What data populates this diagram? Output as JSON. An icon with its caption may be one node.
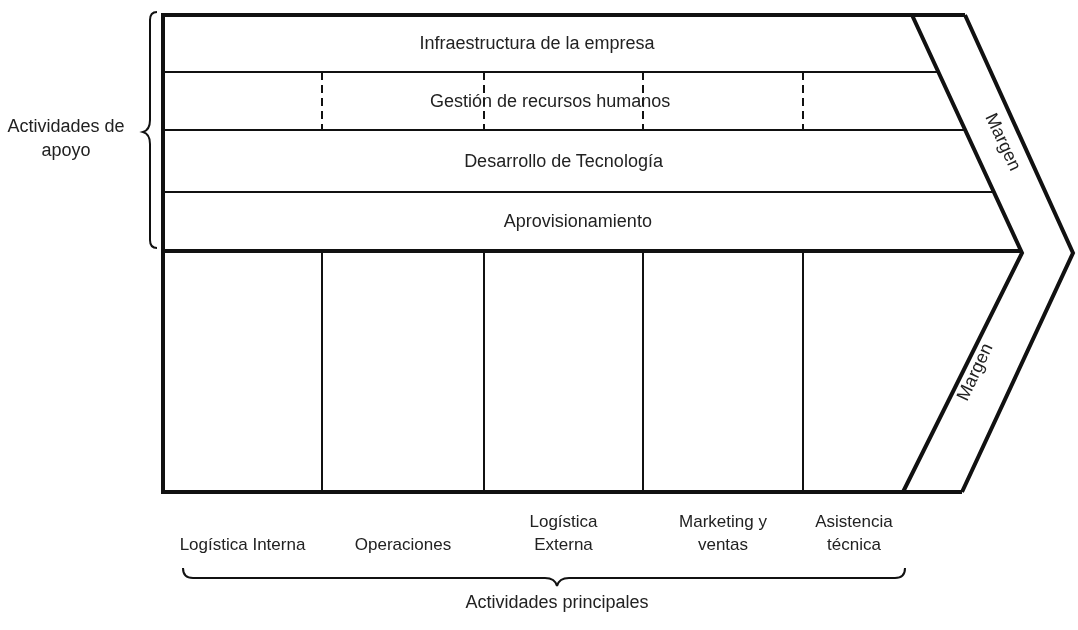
{
  "diagram": {
    "nodes": [
      {
        "text": [
          "Infraestructura de la empresa"
        ]
      },
      {
        "text": [
          "Gestión de recursos humanos"
        ]
      },
      {
        "text": [
          "Desarrollo de Tecnología"
        ]
      },
      {
        "text": [
          "Aprovisionamiento"
        ]
      },
      {
        "text": [
          "Margen"
        ]
      },
      {
        "text": [
          "Margen"
        ]
      },
      {
        "text": [
          "Logística Interna"
        ]
      },
      {
        "text": [
          "Operaciones"
        ]
      },
      {
        "text": [
          "Logística Externa"
        ]
      },
      {
        "text": [
          "Marketing y ventas"
        ]
      },
      {
        "text": [
          "Asistencia técnica"
        ]
      }
    ],
    "labels": [
      "Actividades de apoyo",
      "Actividades principales"
    ]
  }
}
